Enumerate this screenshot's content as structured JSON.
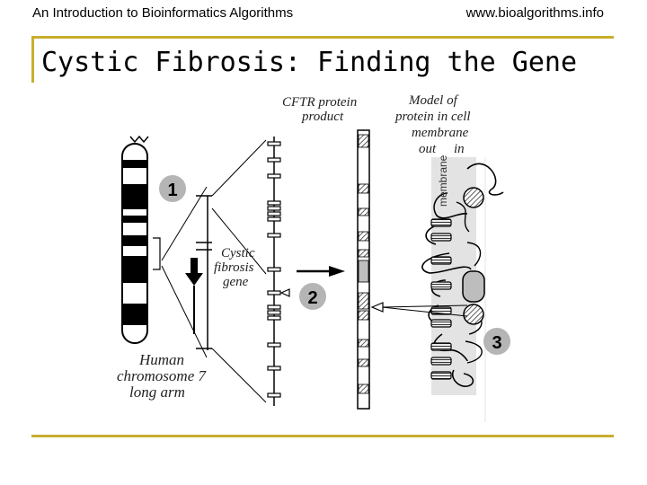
{
  "header": {
    "left_text": "An Introduction to Bioinformatics Algorithms",
    "right_text": "www.bioalgorithms.info"
  },
  "slide": {
    "title": "Cystic Fibrosis: Finding the Gene"
  },
  "figure": {
    "cftr_label_line1": "CFTR protein",
    "cftr_label_line2": "product",
    "model_label_line1": "Model of",
    "model_label_line2": "protein in cell",
    "model_label_line3": "membrane",
    "model_label_line4": "out",
    "model_label_line5": "in",
    "membrane_label": "membrane",
    "gene_label_line1": "Cystic",
    "gene_label_line2": "fibrosis",
    "gene_label_line3": "gene",
    "chromosome_label_line1": "Human",
    "chromosome_label_line2": "chromosome 7",
    "chromosome_label_line3": "long arm",
    "step1": "1",
    "step2": "2",
    "step3": "3"
  },
  "colors": {
    "accent_rule": "#c9ad2e",
    "step_circle": "#b5b5b5",
    "membrane_band": "#e3e3e3"
  }
}
